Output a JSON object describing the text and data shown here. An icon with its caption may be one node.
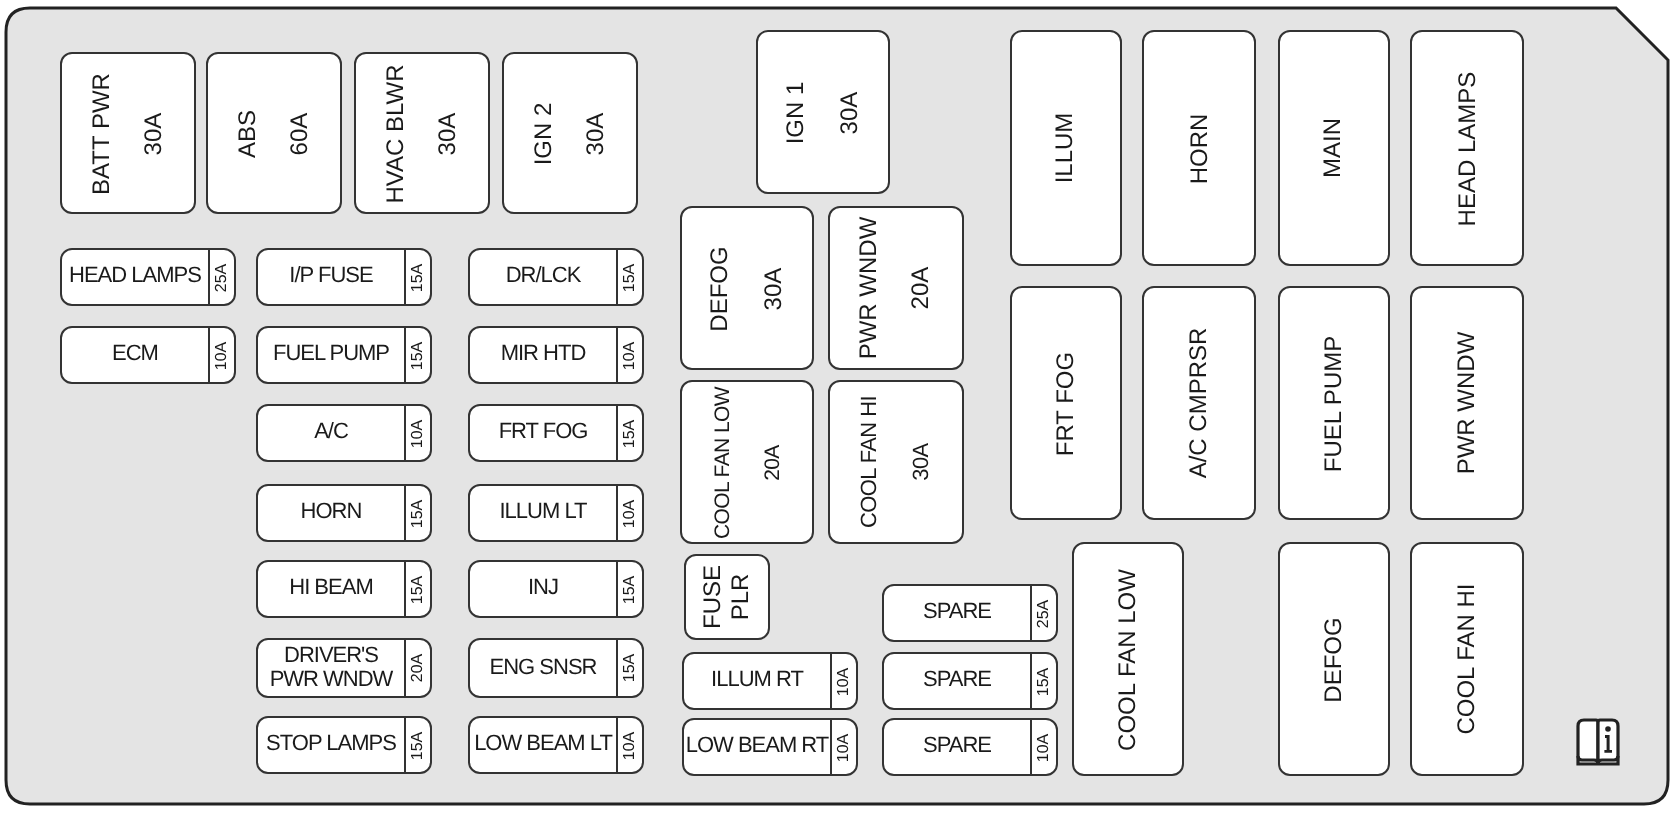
{
  "diagram": {
    "nodes": [
      {
        "text": [
          "BATT PWR",
          "30A"
        ]
      },
      {
        "text": [
          "ABS",
          "60A"
        ]
      },
      {
        "text": [
          "HVAC BLWR",
          "30A"
        ]
      },
      {
        "text": [
          "IGN 2",
          "30A"
        ]
      },
      {
        "text": [
          "HEAD LAMPS",
          "25A"
        ]
      },
      {
        "text": [
          "I/P FUSE",
          "15A"
        ]
      },
      {
        "text": [
          "DR/LCK",
          "15A"
        ]
      },
      {
        "text": [
          "ECM",
          "10A"
        ]
      },
      {
        "text": [
          "FUEL PUMP",
          "15A"
        ]
      },
      {
        "text": [
          "MIR HTD",
          "10A"
        ]
      },
      {
        "text": [
          "A/C",
          "10A"
        ]
      },
      {
        "text": [
          "FRT FOG",
          "15A"
        ]
      },
      {
        "text": [
          "HORN",
          "15A"
        ]
      },
      {
        "text": [
          "ILLUM LT",
          "10A"
        ]
      },
      {
        "text": [
          "HI BEAM",
          "15A"
        ]
      },
      {
        "text": [
          "INJ",
          "15A"
        ]
      },
      {
        "text": [
          "DRIVER'S PWR WNDW",
          "20A"
        ]
      },
      {
        "text": [
          "ENG SNSR",
          "15A"
        ]
      },
      {
        "text": [
          "STOP LAMPS",
          "15A"
        ]
      },
      {
        "text": [
          "LOW BEAM LT",
          "10A"
        ]
      },
      {
        "text": [
          "IGN 1",
          "30A"
        ]
      },
      {
        "text": [
          "DEFOG",
          "30A"
        ]
      },
      {
        "text": [
          "PWR WNDW",
          "20A"
        ]
      },
      {
        "text": [
          "COOL FAN LOW",
          "20A"
        ]
      },
      {
        "text": [
          "COOL FAN HI",
          "30A"
        ]
      },
      {
        "text": [
          "FUSE PLR"
        ]
      },
      {
        "text": [
          "SPARE",
          "25A"
        ]
      },
      {
        "text": [
          "ILLUM RT",
          "10A"
        ]
      },
      {
        "text": [
          "SPARE",
          "15A"
        ]
      },
      {
        "text": [
          "LOW BEAM RT",
          "10A"
        ]
      },
      {
        "text": [
          "SPARE",
          "10A"
        ]
      },
      {
        "text": [
          "ILLUM"
        ]
      },
      {
        "text": [
          "HORN"
        ]
      },
      {
        "text": [
          "MAIN"
        ]
      },
      {
        "text": [
          "HEAD LAMPS"
        ]
      },
      {
        "text": [
          "FRT FOG"
        ]
      },
      {
        "text": [
          "A/C CMPRSR"
        ]
      },
      {
        "text": [
          "FUEL PUMP"
        ]
      },
      {
        "text": [
          "PWR WNDW"
        ]
      },
      {
        "text": [
          "COOL FAN LOW"
        ]
      },
      {
        "text": [
          "DEFOG"
        ]
      },
      {
        "text": [
          "COOL FAN HI"
        ]
      }
    ]
  }
}
